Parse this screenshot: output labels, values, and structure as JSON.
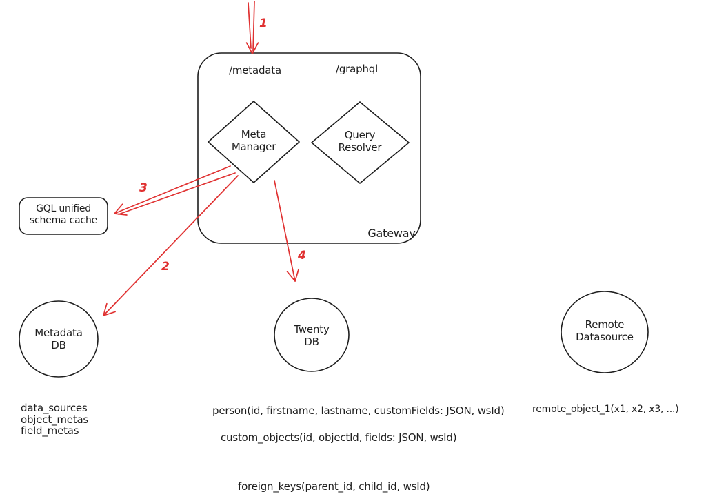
{
  "diagram": {
    "gateway": {
      "label": "Gateway",
      "endpoint_metadata": "/metadata",
      "endpoint_graphql": "/graphql",
      "meta_manager": {
        "line1": "Meta",
        "line2": "Manager"
      },
      "query_resolver": {
        "line1": "Query",
        "line2": "Resolver"
      }
    },
    "cache": {
      "line1": "GQL unified",
      "line2": "schema cache"
    },
    "databases": {
      "metadata_db": {
        "line1": "Metadata",
        "line2": "DB"
      },
      "twenty_db": {
        "line1": "Twenty",
        "line2": "DB"
      },
      "remote_datasource": {
        "line1": "Remote",
        "line2": "Datasource"
      }
    },
    "arrows": {
      "one": "1",
      "two": "2",
      "three": "3",
      "four": "4"
    },
    "tables": {
      "metadata_db_tables": [
        "data_sources",
        "object_metas",
        "field_metas"
      ],
      "person": "person(id, firstname, lastname, customFields: JSON, wsId)",
      "custom_objects": "custom_objects(id, objectId, fields: JSON, wsId)",
      "remote_object": "remote_object_1(x1, x2, x3, ...)",
      "foreign_keys": "foreign_keys(parent_id, child_id, wsId)"
    },
    "colors": {
      "stroke": "#1e1e1e",
      "arrow": "#e03131",
      "background": "#ffffff"
    }
  }
}
